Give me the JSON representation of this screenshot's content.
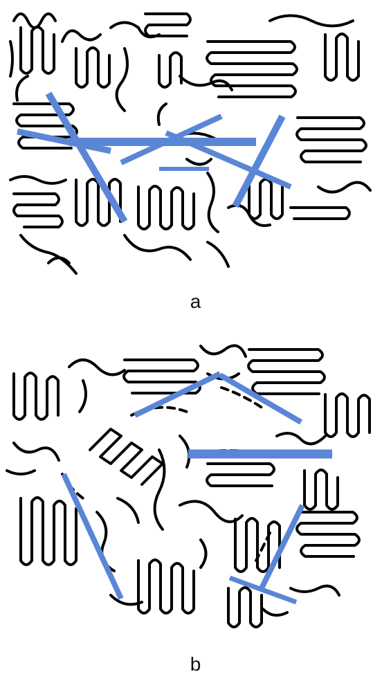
{
  "panels": [
    {
      "id": "a",
      "label": "a"
    },
    {
      "id": "b",
      "label": "b"
    }
  ],
  "colors": {
    "chain": "#000000",
    "bond": "#5b86d6",
    "background": "#ffffff"
  }
}
